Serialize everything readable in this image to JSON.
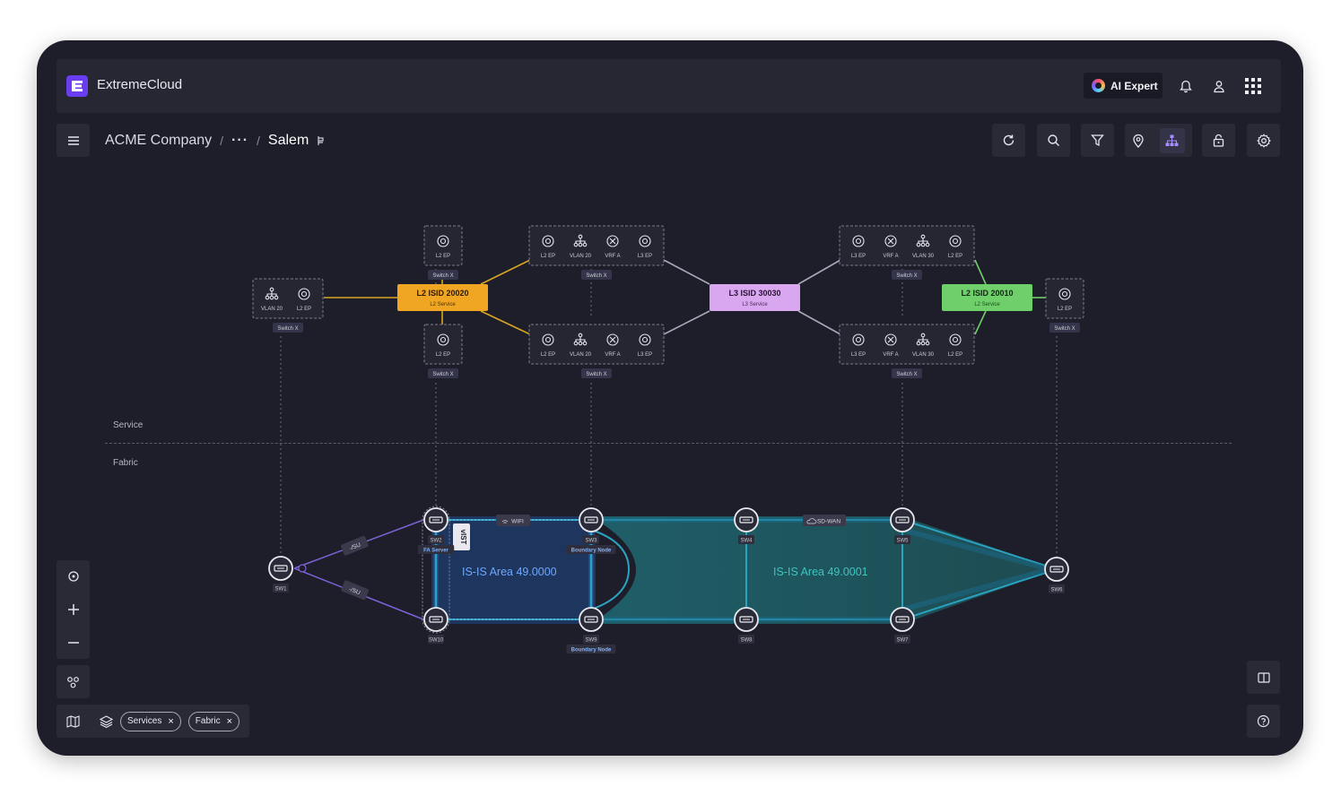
{
  "app": {
    "title": "ExtremeCloud",
    "ai_label": "AI Expert"
  },
  "breadcrumb": {
    "root": "ACME Company",
    "ellipsis": "···",
    "sep": "/",
    "current": "Salem"
  },
  "layers": {
    "service": "Service",
    "fabric": "Fabric"
  },
  "filters": [
    {
      "label": "Services",
      "remove": "×"
    },
    {
      "label": "Fabric",
      "remove": "×"
    }
  ],
  "services": {
    "l2_20020": {
      "title": "L2 ISID 20020",
      "sub": "L2 Service",
      "color": "#f0a623"
    },
    "l3_30030": {
      "title": "L3 ISID 30030",
      "sub": "L3 Service",
      "color": "#d9a6f0"
    },
    "l2_20010": {
      "title": "L2 ISID 20010",
      "sub": "L2 Service",
      "color": "#6fcf6a"
    }
  },
  "switch_label": "Switch X",
  "endpoints": {
    "left": [
      "VLAN 20",
      "L2 EP"
    ],
    "top_single": [
      "L2 EP"
    ],
    "bot_single": [
      "L2 EP"
    ],
    "mid_top": [
      "L2 EP",
      "VLAN 20",
      "VRF A",
      "L3 EP"
    ],
    "mid_bot": [
      "L2 EP",
      "VLAN 20",
      "VRF A",
      "L3 EP"
    ],
    "right_top": [
      "L3 EP",
      "VRF A",
      "VLAN 30",
      "L2 EP"
    ],
    "right_bot": [
      "L3 EP",
      "VRF A",
      "VLAN 30",
      "L2 EP"
    ],
    "far_right": [
      "L2 EP"
    ]
  },
  "fabric": {
    "areas": [
      "IS-IS Area 49.0000",
      "IS-IS Area 49.0001"
    ],
    "link_labels": {
      "wifi": "WIFI",
      "sdwan": "SD-WAN",
      "vist": "vIST",
      "nsi": "-/SU"
    },
    "nodes": [
      {
        "id": "SW1",
        "sub": ""
      },
      {
        "id": "SW2",
        "sub": "FA Server"
      },
      {
        "id": "SW10",
        "sub": ""
      },
      {
        "id": "SW3",
        "sub": "Boundary Node"
      },
      {
        "id": "SW9",
        "sub": "Boundary Node"
      },
      {
        "id": "SW4",
        "sub": ""
      },
      {
        "id": "SW8",
        "sub": ""
      },
      {
        "id": "SW5",
        "sub": ""
      },
      {
        "id": "SW7",
        "sub": ""
      },
      {
        "id": "SW6",
        "sub": ""
      }
    ]
  }
}
